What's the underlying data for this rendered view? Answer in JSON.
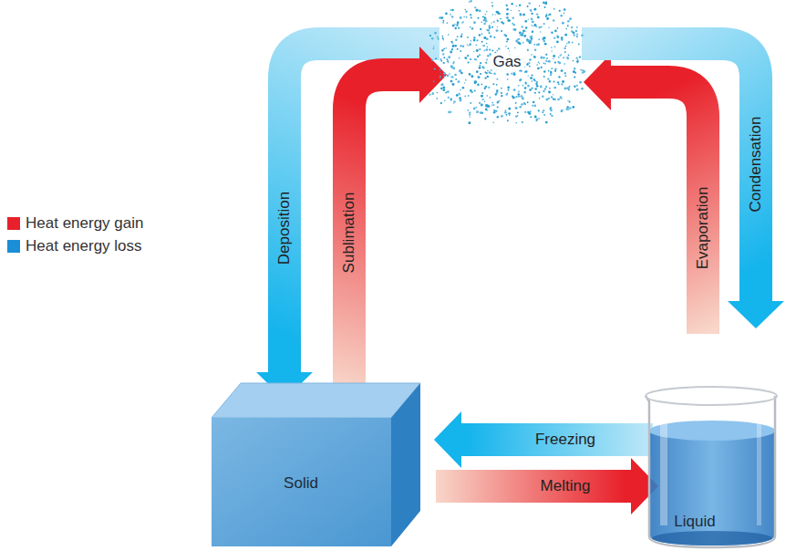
{
  "diagram": {
    "nodes": [
      {
        "text": [
          "Gas"
        ]
      },
      {
        "text": [
          "Solid"
        ]
      },
      {
        "text": [
          "Liquid"
        ]
      }
    ],
    "edges": [
      {
        "from": 0,
        "to": 1,
        "arrow": "to",
        "label": "Deposition"
      },
      {
        "from": 1,
        "to": 0,
        "arrow": "to",
        "label": "Sublimation"
      },
      {
        "from": 2,
        "to": 0,
        "arrow": "to",
        "label": "Evaporation"
      },
      {
        "from": 0,
        "to": 2,
        "arrow": "to",
        "label": "Condensation"
      },
      {
        "from": 2,
        "to": 1,
        "arrow": "to",
        "label": "Freezing"
      },
      {
        "from": 1,
        "to": 2,
        "arrow": "to",
        "label": "Melting"
      }
    ],
    "legend": [
      {
        "text": "Heat energy gain",
        "color": "#e8202a"
      },
      {
        "text": "Heat energy loss",
        "color": "#1a8fd6"
      }
    ]
  }
}
